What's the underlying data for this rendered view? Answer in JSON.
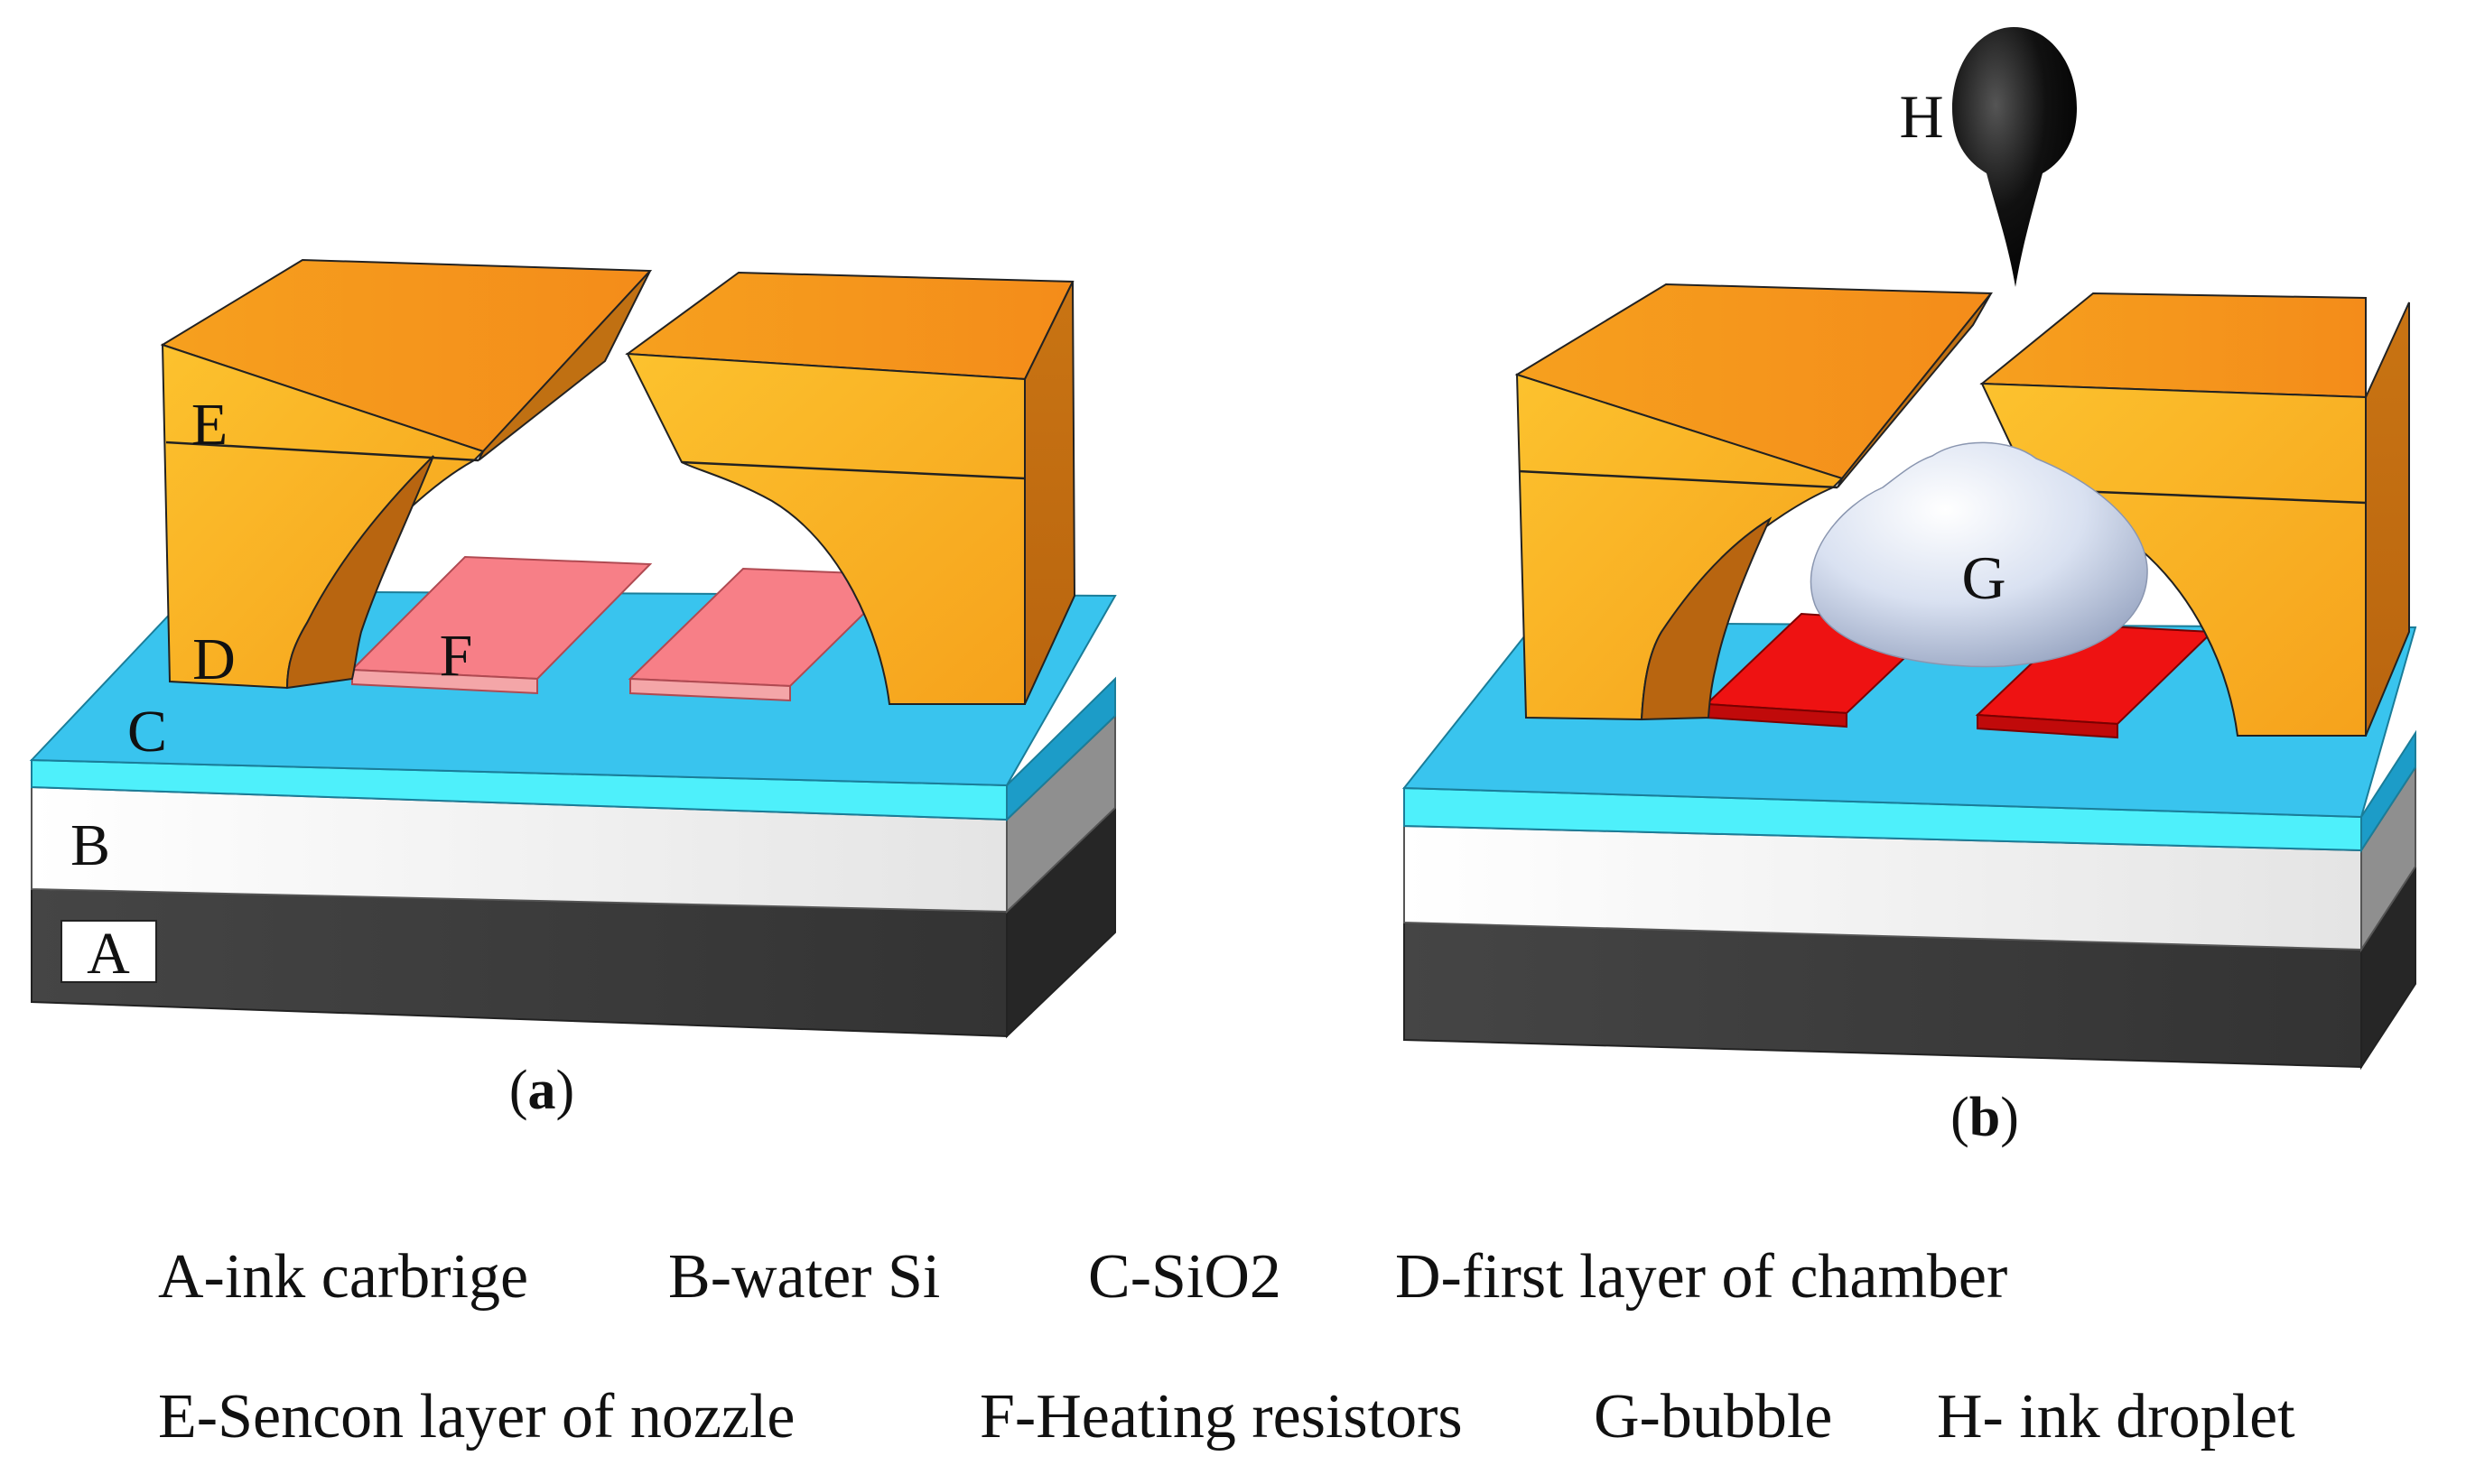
{
  "panel_a": {
    "caption_open": "(",
    "caption_letter": "a",
    "caption_close": ")",
    "labels": {
      "A": "A",
      "B": "B",
      "C": "C",
      "D": "D",
      "E": "E",
      "F": "F"
    }
  },
  "panel_b": {
    "caption_open": "(",
    "caption_letter": "b",
    "caption_close": ")",
    "labels": {
      "G": "G",
      "H": "H"
    }
  },
  "legend": {
    "row1": [
      "A-ink carbrige",
      "B-water Si",
      "C-SiO2",
      "D-first layer of chamber"
    ],
    "row2": [
      "E-Sencon layer of nozzle",
      "F-Heating resistors",
      "G-bubble",
      "H- ink droplet"
    ]
  },
  "colors": {
    "base_dark": "#3d3d3d",
    "wafer_white": "#f4f4f4",
    "sio2_cyan": "#3cc4ee",
    "chamber_orange": "#f7a11a",
    "heater_off": "#f47a84",
    "heater_on": "#ee0f0f",
    "bubble": "#d6dff0",
    "droplet": "#0d0d0d"
  }
}
